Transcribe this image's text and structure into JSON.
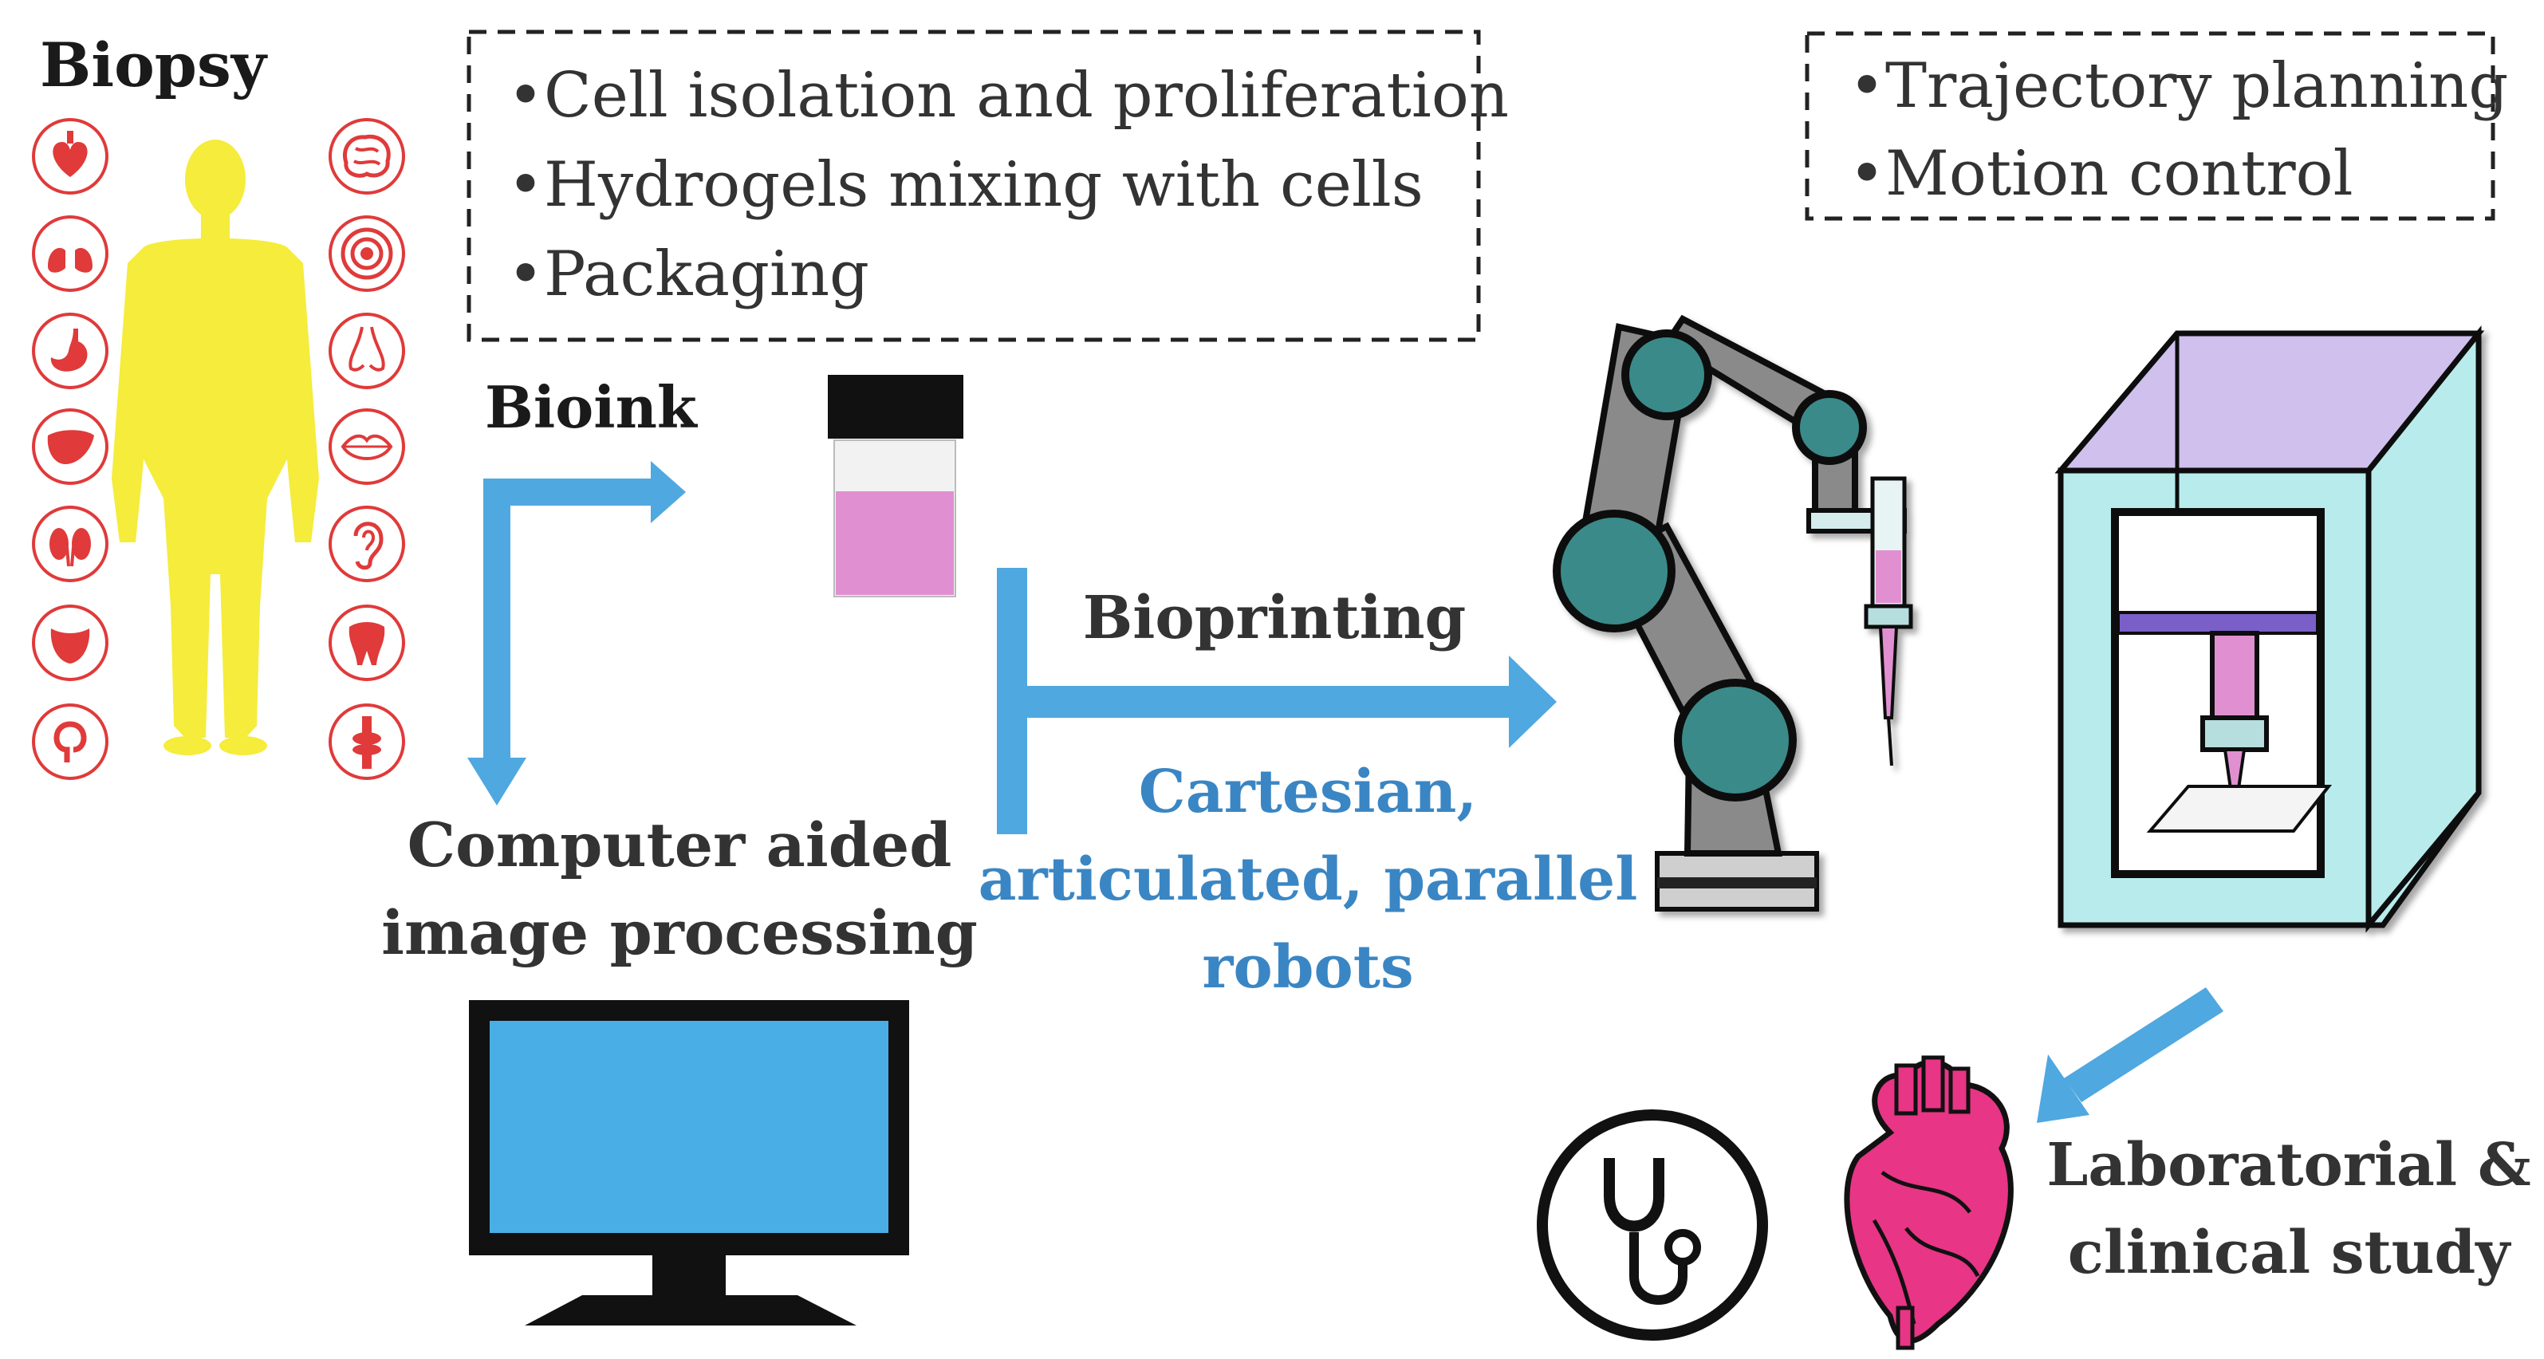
{
  "labels": {
    "biopsy": "Biopsy",
    "bioink": "Bioink",
    "cad_line1": "Computer aided",
    "cad_line2": "image processing",
    "bioprinting": "Bioprinting",
    "robots_line1": "Cartesian,",
    "robots_line2": "articulated, parallel",
    "robots_line3": "robots",
    "lab_line1": "Laboratorial &",
    "lab_line2": "clinical study"
  },
  "process_box": {
    "items": [
      "•Cell isolation and proliferation",
      "•Hydrogels mixing with cells",
      "•Packaging"
    ]
  },
  "control_box": {
    "items": [
      "•Trajectory planning",
      "•Motion control"
    ]
  },
  "organ_icons_left": [
    "heart-icon",
    "lungs-icon",
    "stomach-icon",
    "liver-icon",
    "kidneys-icon",
    "bladder-icon",
    "intestine-icon"
  ],
  "organ_icons_right": [
    "brain-icon",
    "eye-icon",
    "nose-icon",
    "lips-icon",
    "ear-icon",
    "tooth-icon",
    "joint-icon"
  ],
  "colors": {
    "arrow_blue": "#4fa8e0",
    "robot_label_blue": "#3a86c4",
    "body_yellow": "#f5ec3c",
    "icon_red": "#e03a3a",
    "bioink_pink": "#e090d0",
    "monitor_blue": "#4aaee6",
    "robot_teal": "#3a8a8a",
    "printer_teal": "#b8ecec",
    "printer_purple": "#cfc0ee",
    "heart_pink": "#e83585"
  }
}
